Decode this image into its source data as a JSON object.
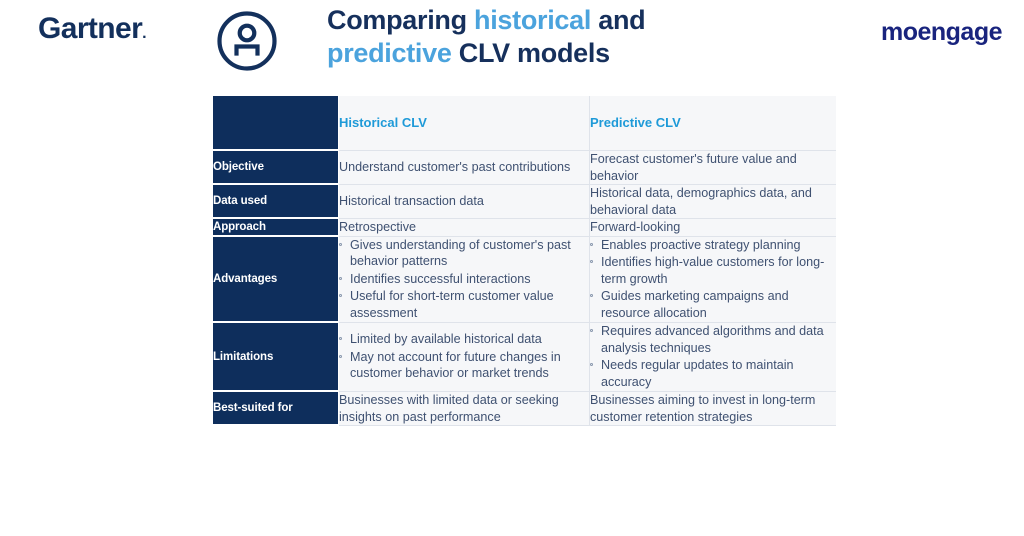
{
  "header": {
    "gartner_logo_text": "Gartner",
    "gartner_logo_mark": ".",
    "person_icon_name": "person-in-circle-icon",
    "title_line1_part1": "Comparing ",
    "title_line1_accent": "historical",
    "title_line1_part2": " and",
    "title_line2_accent": "predictive",
    "title_line2_part2": " CLV models",
    "moengage_logo_prefix": "m",
    "moengage_logo_o": "o",
    "moengage_logo_suffix": "engage"
  },
  "colors": {
    "navy": "#0e2e5c",
    "title_navy": "#16305c",
    "accent_blue": "#4ba3dd",
    "header_blue": "#1e9ad8",
    "body_text": "#3f5171",
    "cell_bg": "#f6f7f9",
    "grid_line": "#dfe3ea",
    "moengage_blue": "#19247e"
  },
  "table": {
    "columns": [
      {
        "key": "label",
        "label": ""
      },
      {
        "key": "historical",
        "label": "Historical CLV"
      },
      {
        "key": "predictive",
        "label": "Predictive CLV"
      }
    ],
    "rows": [
      {
        "label": "Objective",
        "historical": "Understand customer's past contributions",
        "predictive": "Forecast customer's future value and behavior"
      },
      {
        "label": "Data used",
        "historical": "Historical transaction data",
        "predictive": "Historical data, demographics data, and behavioral data"
      },
      {
        "label": "Approach",
        "historical": "Retrospective",
        "predictive": "Forward-looking"
      },
      {
        "label": "Advantages",
        "historical_bullets": [
          "Gives understanding of customer's past behavior patterns",
          "Identifies successful interactions",
          "Useful for short-term customer value assessment"
        ],
        "predictive_bullets": [
          "Enables proactive strategy planning",
          "Identifies high-value customers for long-term growth",
          "Guides marketing campaigns and resource allocation"
        ]
      },
      {
        "label": "Limitations",
        "historical_bullets": [
          "Limited by available historical data",
          "May not account for future changes in customer behavior or market trends"
        ],
        "predictive_bullets": [
          "Requires advanced algorithms and data analysis techniques",
          "Needs regular updates to maintain accuracy"
        ]
      },
      {
        "label": "Best-suited for",
        "historical": "Businesses with limited data or seeking insights on past performance",
        "predictive": "Businesses aiming to invest in long-term customer retention strategies"
      }
    ]
  }
}
